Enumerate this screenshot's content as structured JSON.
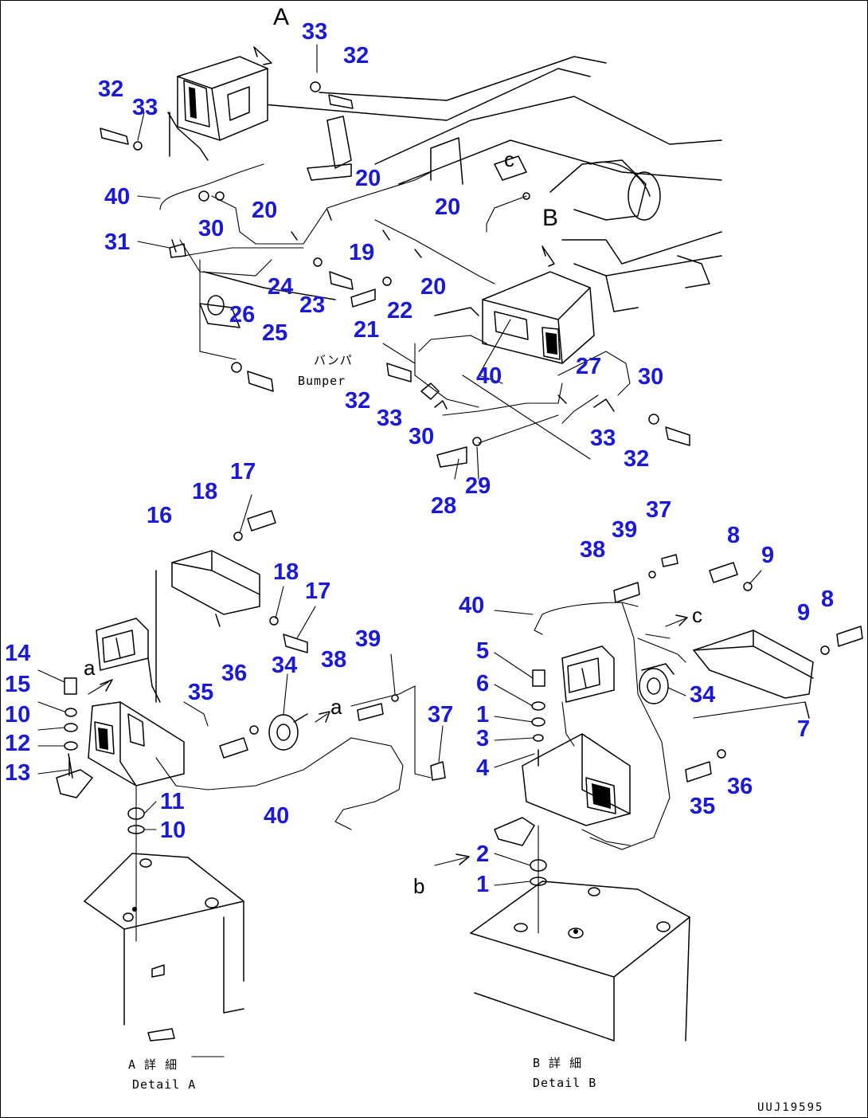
{
  "labels": {
    "bumper_jp": "バンパ",
    "bumper_en": "Bumper",
    "detail_a_jp": "A 詳 細",
    "detail_a_en": "Detail A",
    "detail_b_jp": "B 詳 細",
    "detail_b_en": "Detail B",
    "doc_id": "UUJ19595"
  },
  "view_refs": {
    "A": "A",
    "B": "B",
    "a1": "a",
    "a2": "a",
    "b": "b",
    "c1": "c",
    "c2": "c"
  },
  "callouts": [
    {
      "id": "c33a",
      "text": "33"
    },
    {
      "id": "c32a",
      "text": "32"
    },
    {
      "id": "c32b",
      "text": "32"
    },
    {
      "id": "c33b",
      "text": "33"
    },
    {
      "id": "c40a",
      "text": "40"
    },
    {
      "id": "c30a",
      "text": "30"
    },
    {
      "id": "c20a",
      "text": "20"
    },
    {
      "id": "c20b",
      "text": "20"
    },
    {
      "id": "c20c",
      "text": "20"
    },
    {
      "id": "c31",
      "text": "31"
    },
    {
      "id": "c19",
      "text": "19"
    },
    {
      "id": "c24",
      "text": "24"
    },
    {
      "id": "c23",
      "text": "23"
    },
    {
      "id": "c20d",
      "text": "20"
    },
    {
      "id": "c22",
      "text": "22"
    },
    {
      "id": "c21",
      "text": "21"
    },
    {
      "id": "c26",
      "text": "26"
    },
    {
      "id": "c25",
      "text": "25"
    },
    {
      "id": "c40b",
      "text": "40"
    },
    {
      "id": "c27",
      "text": "27"
    },
    {
      "id": "c30b",
      "text": "30"
    },
    {
      "id": "c32c",
      "text": "32"
    },
    {
      "id": "c33c",
      "text": "33"
    },
    {
      "id": "c30c",
      "text": "30"
    },
    {
      "id": "c33d",
      "text": "33"
    },
    {
      "id": "c32d",
      "text": "32"
    },
    {
      "id": "c29",
      "text": "29"
    },
    {
      "id": "c28",
      "text": "28"
    },
    {
      "id": "c17a",
      "text": "17"
    },
    {
      "id": "c18a",
      "text": "18"
    },
    {
      "id": "c16",
      "text": "16"
    },
    {
      "id": "c18b",
      "text": "18"
    },
    {
      "id": "c17b",
      "text": "17"
    },
    {
      "id": "c14",
      "text": "14"
    },
    {
      "id": "c15",
      "text": "15"
    },
    {
      "id": "c10a",
      "text": "10"
    },
    {
      "id": "c12",
      "text": "12"
    },
    {
      "id": "c13",
      "text": "13"
    },
    {
      "id": "c36a",
      "text": "36"
    },
    {
      "id": "c34a",
      "text": "34"
    },
    {
      "id": "c35a",
      "text": "35"
    },
    {
      "id": "c38a",
      "text": "38"
    },
    {
      "id": "c39a",
      "text": "39"
    },
    {
      "id": "c37a",
      "text": "37"
    },
    {
      "id": "c11",
      "text": "11"
    },
    {
      "id": "c10b",
      "text": "10"
    },
    {
      "id": "c40c",
      "text": "40"
    },
    {
      "id": "c37b",
      "text": "37"
    },
    {
      "id": "c39b",
      "text": "39"
    },
    {
      "id": "c38b",
      "text": "38"
    },
    {
      "id": "c8a",
      "text": "8"
    },
    {
      "id": "c9a",
      "text": "9"
    },
    {
      "id": "c40d",
      "text": "40"
    },
    {
      "id": "c9b",
      "text": "9"
    },
    {
      "id": "c8b",
      "text": "8"
    },
    {
      "id": "c5",
      "text": "5"
    },
    {
      "id": "c6",
      "text": "6"
    },
    {
      "id": "c1a",
      "text": "1"
    },
    {
      "id": "c34b",
      "text": "34"
    },
    {
      "id": "c3",
      "text": "3"
    },
    {
      "id": "c7",
      "text": "7"
    },
    {
      "id": "c4",
      "text": "4"
    },
    {
      "id": "c35b",
      "text": "35"
    },
    {
      "id": "c36b",
      "text": "36"
    },
    {
      "id": "c2",
      "text": "2"
    },
    {
      "id": "c1b",
      "text": "1"
    }
  ]
}
